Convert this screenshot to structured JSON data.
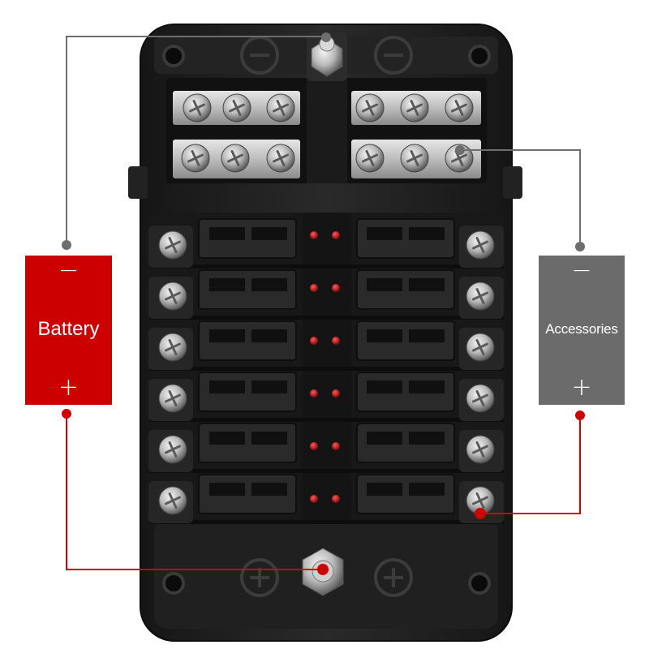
{
  "labels": {
    "battery": {
      "name": "Battery",
      "minus": "−",
      "plus": "+"
    },
    "accessories": {
      "name": "Accessories",
      "minus": "−",
      "plus": "+"
    }
  },
  "fuse_slots_per_column": 6,
  "led_count": 12,
  "colors": {
    "battery_fill": "#cc0000",
    "accessories_fill": "#6b6b6b",
    "negative_wire": "#6e6e6e",
    "positive_wire": "#cc0000",
    "housing": "#1e1e1e",
    "led": "#c4141a"
  }
}
